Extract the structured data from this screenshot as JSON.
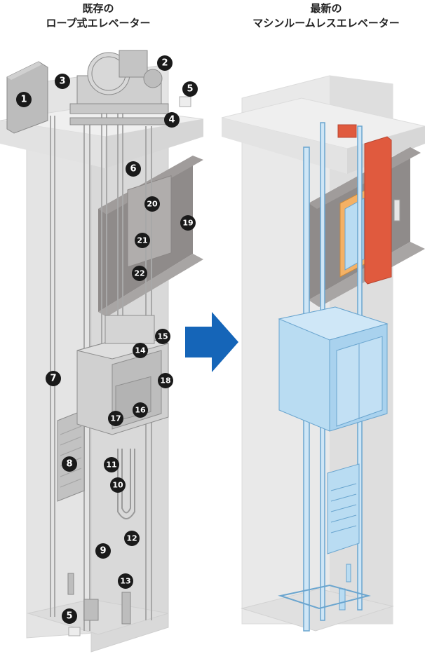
{
  "titles": {
    "left": [
      "既存の",
      "ロープ式エレベーター"
    ],
    "right": [
      "最新の",
      "マシンルームレスエレベーター"
    ]
  },
  "arrow": {
    "color": "#1565b8"
  },
  "colors": {
    "shaft": "#e6e6e6",
    "wall": "#8a8685",
    "modern": "#b9dcf2",
    "accent_orange": "#f4b165",
    "accent_red": "#e05a3e"
  },
  "callouts": [
    "1",
    "2",
    "3",
    "4",
    "5",
    "5",
    "6",
    "7",
    "8",
    "9",
    "10",
    "11",
    "12",
    "13",
    "14",
    "15",
    "16",
    "17",
    "18",
    "19",
    "20",
    "21",
    "22"
  ]
}
